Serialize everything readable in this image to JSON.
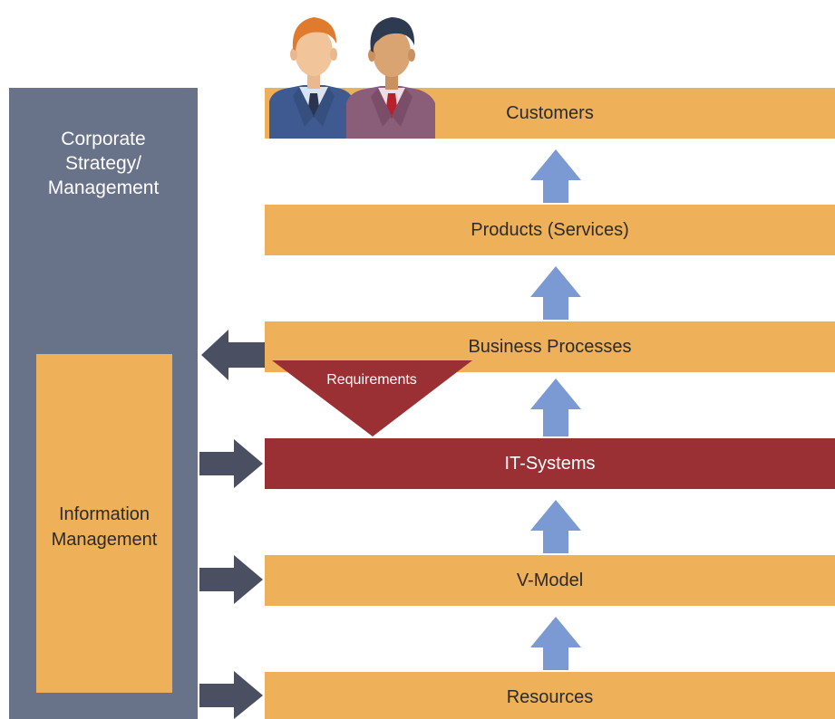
{
  "left_panel": {
    "title": "Corporate\nStrategy/\nManagement",
    "sub_block": "Information\nManagement"
  },
  "layers": [
    {
      "id": "customers",
      "label": "Customers"
    },
    {
      "id": "products",
      "label": "Products (Services)"
    },
    {
      "id": "business",
      "label": "Business Processes"
    },
    {
      "id": "it",
      "label": "IT-Systems"
    },
    {
      "id": "vmodel",
      "label": "V-Model"
    },
    {
      "id": "resources",
      "label": "Resources"
    }
  ],
  "requirements_label": "Requirements",
  "colors": {
    "layer": "#efb05a",
    "it_layer": "#9a3034",
    "panel": "#687288",
    "up_arrow": "#7b9ad3",
    "side_arrow": "#4a5061"
  }
}
